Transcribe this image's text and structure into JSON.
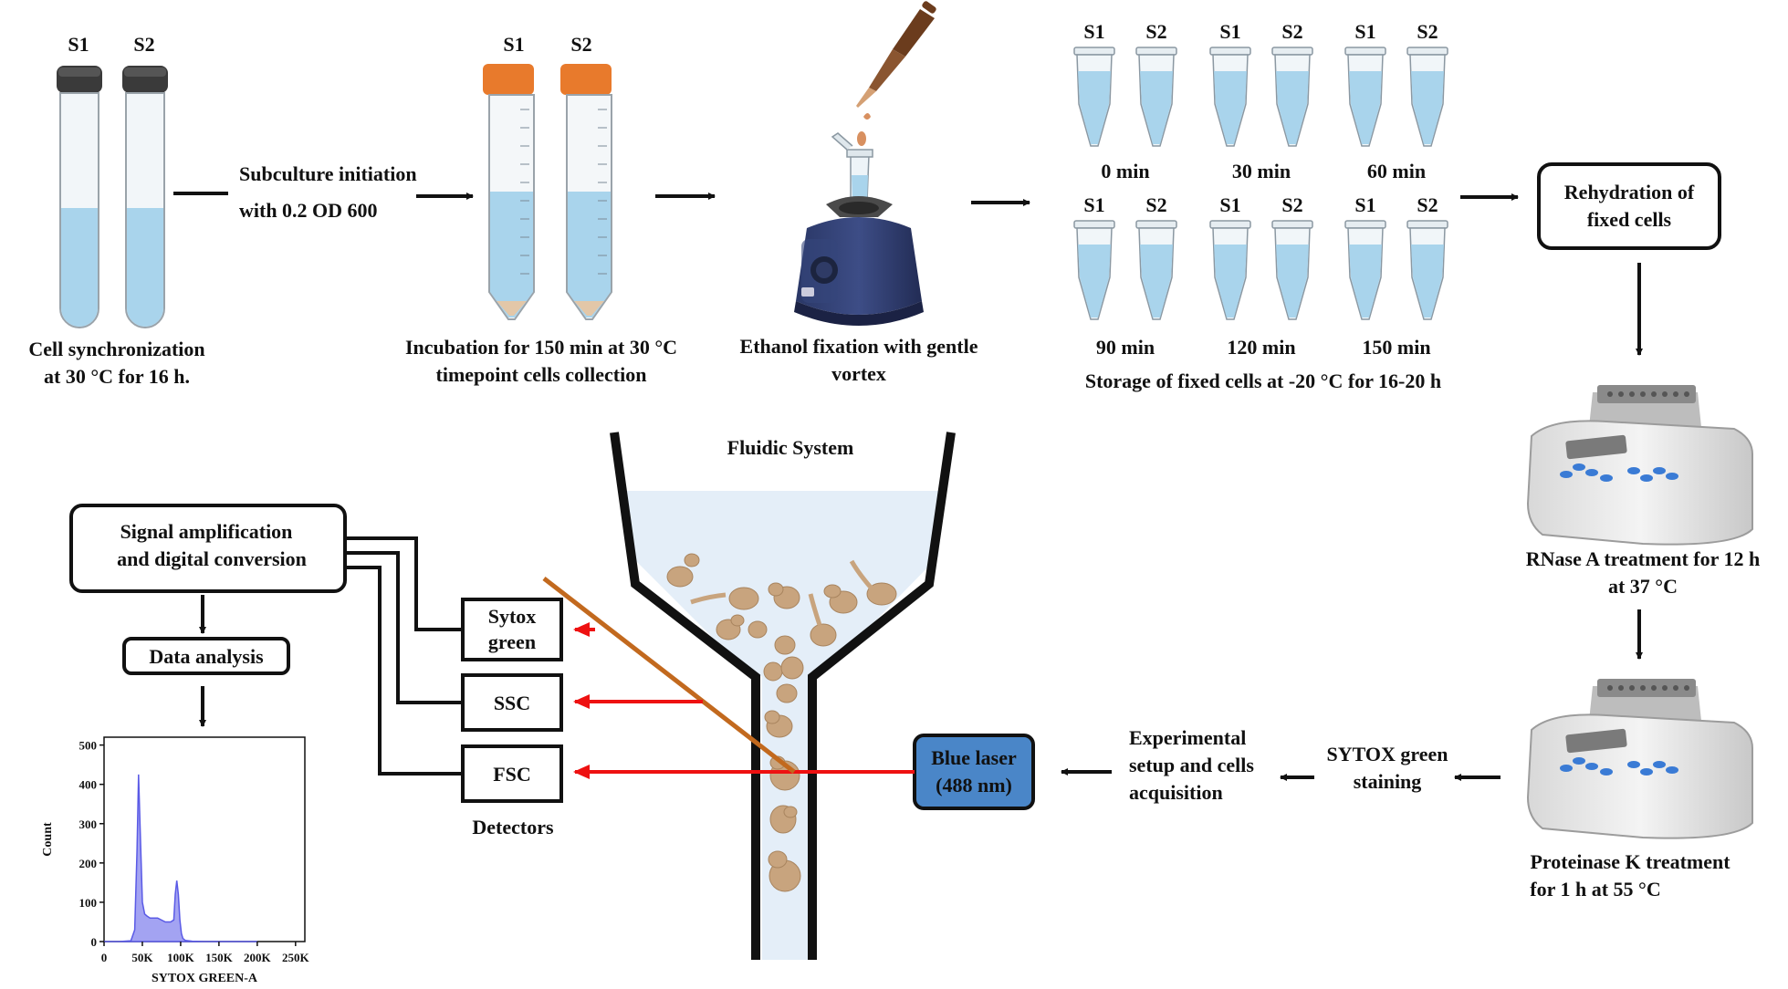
{
  "steps": {
    "sample1": "S1",
    "sample2": "S2",
    "sync_l1": "Cell synchronization",
    "sync_l2": "at 30 °C for 16 h.",
    "subculture_l1": "Subculture initiation",
    "subculture_l2": "with 0.2 OD 600",
    "incubation_l1": "Incubation for 150 min at 30 °C",
    "incubation_l2": "timepoint cells collection",
    "ethanol_l1": "Ethanol fixation with gentle",
    "ethanol_l2": "vortex",
    "storage": "Storage of fixed cells at -20 °C for 16-20 h",
    "rehydration_l1": "Rehydration of",
    "rehydration_l2": "fixed cells",
    "rnase_l1": "RNase A treatment for 12 h",
    "rnase_l2": "at 37 °C",
    "proteinase_l1": "Proteinase K  treatment",
    "proteinase_l2": "for 1 h at 55 °C",
    "sytox_l1": "SYTOX green",
    "sytox_l2": "staining",
    "experimental_l1": "Experimental",
    "experimental_l2": "setup and cells",
    "experimental_l3": "acquisition",
    "laser_l1": "Blue laser",
    "laser_l2": "(488 nm)",
    "fluidic": "Fluidic System",
    "detectors": "Detectors",
    "det_sytox_l1": "Sytox",
    "det_sytox_l2": "green",
    "det_ssc": "SSC",
    "det_fsc": "FSC",
    "signal_l1": "Signal amplification",
    "signal_l2": "and digital conversion",
    "data_analysis": "Data analysis"
  },
  "timepoints": [
    "0 min",
    "30 min",
    "60 min",
    "90 min",
    "120 min",
    "150 min"
  ],
  "colors": {
    "laser_box": "#4a86c8",
    "arrow_red": "#ee1111",
    "mirror": "#c2691e",
    "liquid": "#a9d4ec",
    "cap_orange": "#e87a2c",
    "cell": "#c8a47e",
    "histogram": "#5a5ae6"
  },
  "chart_data": {
    "type": "area",
    "xlabel": "SYTOX GREEN-A",
    "ylabel": "Count",
    "x_ticks": [
      "0",
      "50K",
      "100K",
      "150K",
      "200K",
      "250K"
    ],
    "y_ticks": [
      "0",
      "100",
      "200",
      "300",
      "400",
      "500"
    ],
    "xlim": [
      0,
      262144
    ],
    "ylim": [
      0,
      520
    ],
    "series": [
      {
        "x": [
          0,
          20000,
          35000,
          40000,
          43000,
          45000,
          47000,
          50000,
          53000,
          56000,
          60000,
          70000,
          80000,
          87000,
          91000,
          93000,
          95000,
          97000,
          99000,
          101000,
          103000,
          106000,
          115000,
          130000,
          160000,
          200000
        ],
        "values": [
          0,
          0,
          2,
          30,
          230,
          425,
          300,
          100,
          70,
          65,
          60,
          60,
          50,
          50,
          55,
          120,
          155,
          120,
          55,
          20,
          8,
          3,
          1,
          0,
          0,
          0
        ]
      }
    ]
  }
}
